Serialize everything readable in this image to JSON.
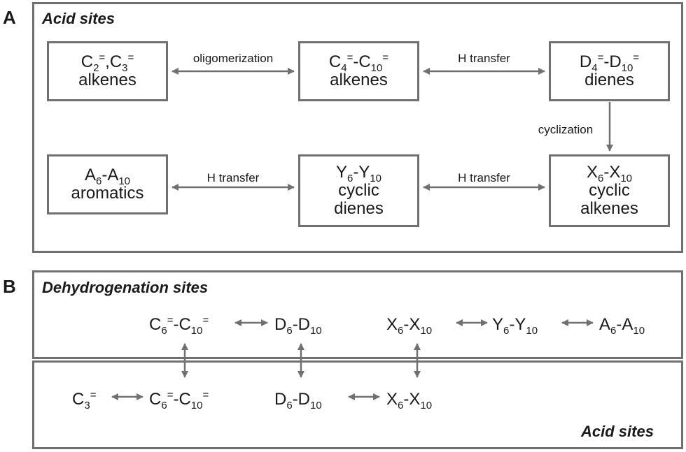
{
  "panel_a": {
    "letter": "A",
    "title": "Acid sites",
    "nodes": {
      "c2c3": {
        "line1": {
          "a": "C",
          "s1": "2",
          "sup1": "=",
          "mid": ",C",
          "s2": "3",
          "sup2": "="
        },
        "line2": "alkenes"
      },
      "c4c10": {
        "line1": {
          "a": "C",
          "s1": "4",
          "sup1": "=",
          "mid": "-C",
          "s2": "10",
          "sup2": "="
        },
        "line2": "alkenes"
      },
      "d4d10": {
        "line1": {
          "a": "D",
          "s1": "4",
          "sup1": "=",
          "mid": "-D",
          "s2": "10",
          "sup2": "="
        },
        "line2": "dienes"
      },
      "a6a10": {
        "line1": {
          "a": "A",
          "s1": "6",
          "mid": "-A",
          "s2": "10"
        },
        "line2": "aromatics"
      },
      "y6y10": {
        "line1": {
          "a": "Y",
          "s1": "6",
          "mid": "-Y",
          "s2": "10"
        },
        "line2": "cyclic",
        "line3": "dienes"
      },
      "x6x10": {
        "line1": {
          "a": "X",
          "s1": "6",
          "mid": "-X",
          "s2": "10"
        },
        "line2": "cyclic",
        "line3": "alkenes"
      }
    },
    "edges": {
      "oligomerization": "oligomerization",
      "h_transfer_1": "H transfer",
      "cyclization": "cyclization",
      "h_transfer_2": "H transfer",
      "h_transfer_3": "H transfer"
    }
  },
  "panel_b": {
    "letter": "B",
    "top_title": "Dehydrogenation sites",
    "bottom_title": "Acid sites",
    "top_row": {
      "c6c10": {
        "a": "C",
        "s1": "6",
        "sup1": "=",
        "mid": "-C",
        "s2": "10",
        "sup2": "="
      },
      "d6d10": {
        "a": "D",
        "s1": "6",
        "mid": "-D",
        "s2": "10"
      },
      "x6x10": {
        "a": "X",
        "s1": "6",
        "mid": "-X",
        "s2": "10"
      },
      "y6y10": {
        "a": "Y",
        "s1": "6",
        "mid": "-Y",
        "s2": "10"
      },
      "a6a10": {
        "a": "A",
        "s1": "6",
        "mid": "-A",
        "s2": "10"
      }
    },
    "bottom_row": {
      "c3": {
        "a": "C",
        "s1": "3",
        "sup1": "="
      },
      "c6c10": {
        "a": "C",
        "s1": "6",
        "sup1": "=",
        "mid": "-C",
        "s2": "10",
        "sup2": "="
      },
      "d6d10": {
        "a": "D",
        "s1": "6",
        "mid": "-D",
        "s2": "10"
      },
      "x6x10": {
        "a": "X",
        "s1": "6",
        "mid": "-X",
        "s2": "10"
      }
    }
  },
  "colors": {
    "line": "#707070",
    "text": "#1a1a1a"
  }
}
